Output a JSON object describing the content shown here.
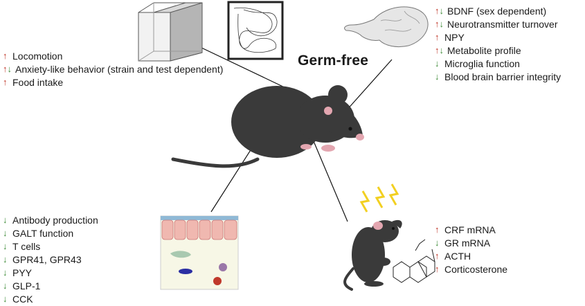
{
  "title": "Germ-free",
  "colors": {
    "up": "#c0392b",
    "down": "#3d8b37",
    "mouse": "#3a3a3a",
    "bolt": "#f2d021"
  },
  "behavior": [
    {
      "dir": "up",
      "text": "Locomotion"
    },
    {
      "dir": "updown",
      "text": "Anxiety-like behavior (strain and test dependent)"
    },
    {
      "dir": "up",
      "text": "Food intake"
    }
  ],
  "brain": [
    {
      "dir": "updown",
      "text": "BDNF (sex dependent)"
    },
    {
      "dir": "updown",
      "text": "Neurotransmitter turnover"
    },
    {
      "dir": "up",
      "text": "NPY"
    },
    {
      "dir": "updown",
      "text": "Metabolite profile"
    },
    {
      "dir": "down",
      "text": "Microglia function"
    },
    {
      "dir": "down",
      "text": "Blood brain barrier integrity"
    }
  ],
  "gut": [
    {
      "dir": "down",
      "text": "Antibody production"
    },
    {
      "dir": "down",
      "text": "GALT function"
    },
    {
      "dir": "down",
      "text": "T cells"
    },
    {
      "dir": "down",
      "text": "GPR41, GPR43"
    },
    {
      "dir": "down",
      "text": "PYY"
    },
    {
      "dir": "down",
      "text": "GLP-1"
    },
    {
      "dir": "down",
      "text": "CCK"
    }
  ],
  "hpa": [
    {
      "dir": "up",
      "text": "CRF mRNA"
    },
    {
      "dir": "down",
      "text": "GR mRNA"
    },
    {
      "dir": "up",
      "text": "ACTH"
    },
    {
      "dir": "up",
      "text": "Corticosterone"
    }
  ]
}
